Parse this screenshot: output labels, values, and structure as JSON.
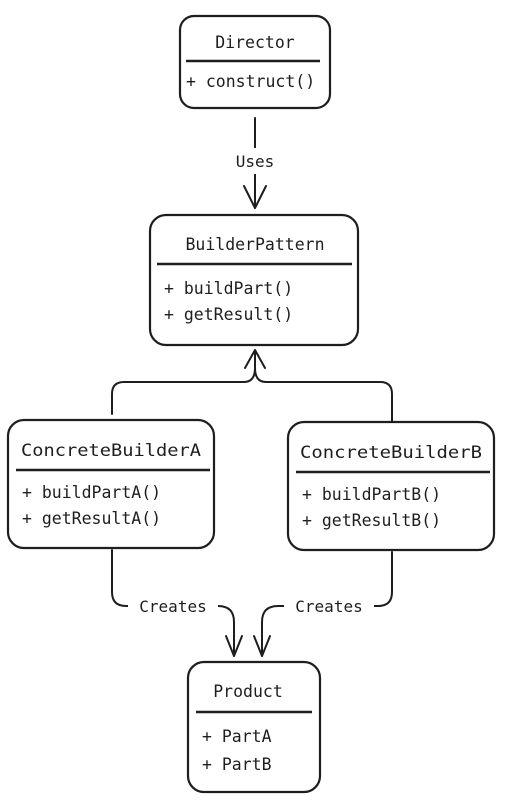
{
  "classes": {
    "director": {
      "name": "Director",
      "members": [
        "+ construct()"
      ]
    },
    "builder": {
      "name": "BuilderPattern",
      "members": [
        "+ buildPart()",
        "+ getResult()"
      ]
    },
    "concrete_a": {
      "name": "ConcreteBuilderA",
      "members": [
        "+ buildPartA()",
        "+ getResultA()"
      ]
    },
    "concrete_b": {
      "name": "ConcreteBuilderB",
      "members": [
        "+ buildPartB()",
        "+ getResultB()"
      ]
    },
    "product": {
      "name": "Product",
      "members": [
        "+ PartA",
        "+ PartB"
      ]
    }
  },
  "relations": {
    "uses": "Uses",
    "creates_a": "Creates",
    "creates_b": "Creates"
  },
  "colors": {
    "stroke": "#1e1e1e",
    "background": "#ffffff"
  }
}
